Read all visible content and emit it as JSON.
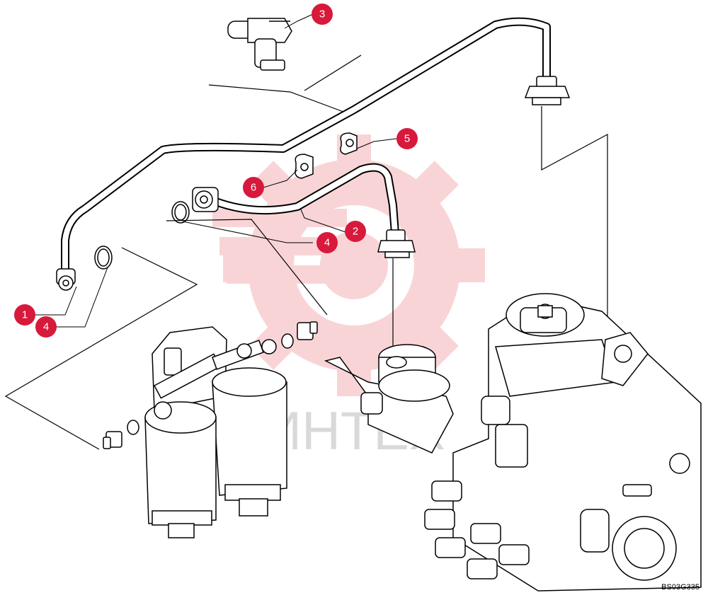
{
  "watermark": {
    "text": "ИНТЕХ",
    "color": "#e8404a"
  },
  "callouts": [
    {
      "id": "c1",
      "label": "1"
    },
    {
      "id": "c2",
      "label": "2"
    },
    {
      "id": "c3",
      "label": "3"
    },
    {
      "id": "c4a",
      "label": "4"
    },
    {
      "id": "c4b",
      "label": "4"
    },
    {
      "id": "c5",
      "label": "5"
    },
    {
      "id": "c6",
      "label": "6"
    }
  ],
  "callout_color": "#d7193c",
  "drawing_code": "BS03G335"
}
